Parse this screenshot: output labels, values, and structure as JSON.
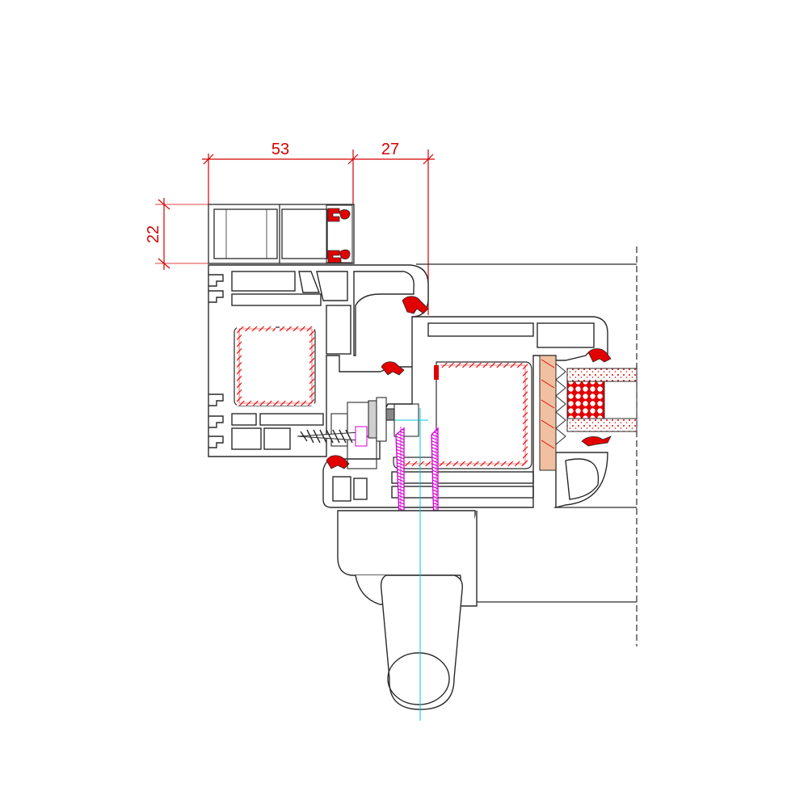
{
  "dimensions": {
    "width_top_left": "53",
    "width_top_right": "27",
    "height_left": "22"
  },
  "colors": {
    "outline": "#2a2a2a",
    "dimension": "#d40000",
    "gasket": "#e30000",
    "steel_hatch": "#e30000",
    "screw": "#d000d0",
    "centerline": "#00c8d8",
    "insulation": "#f0c0a0",
    "glass_edge": "#f4dcdc",
    "profile_fill": "#ffffff"
  }
}
